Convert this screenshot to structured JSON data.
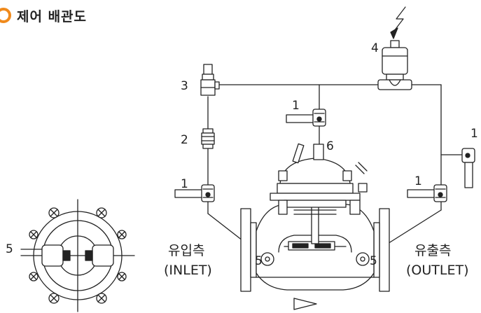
{
  "section": {
    "title": "제어 배관도",
    "accent_color": "#f08a1c",
    "icon": "orange-ring-icon"
  },
  "labels": {
    "n1": "1",
    "n2": "2",
    "n3": "3",
    "n4": "4",
    "n5": "5",
    "n6": "6"
  },
  "inlet": {
    "korean": "유입측",
    "english": "(INLET)"
  },
  "outlet": {
    "korean": "유출측",
    "english": "(OUTLET)"
  }
}
